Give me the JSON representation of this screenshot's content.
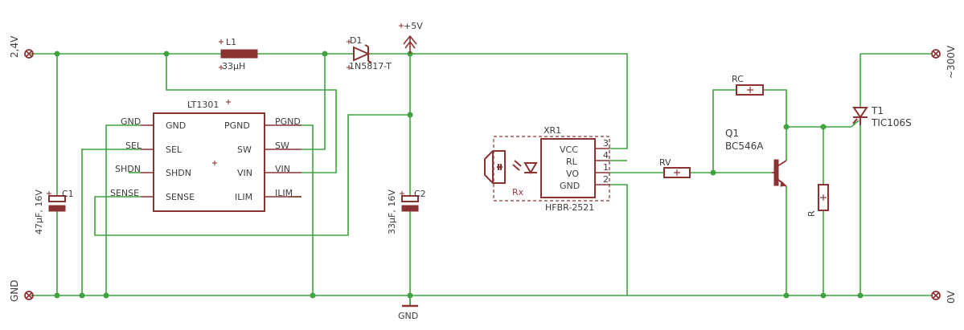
{
  "terminals": {
    "in_pos": "2,4V",
    "in_gnd": "GND",
    "out_hv": "~300V",
    "out_zero": "0V"
  },
  "supply": {
    "plus5v": "+5V",
    "gnd": "GND"
  },
  "components": {
    "L1": {
      "ref": "L1",
      "value": "33µH"
    },
    "D1": {
      "ref": "D1",
      "value": "1N5817-T"
    },
    "C1": {
      "ref": "C1",
      "value": "47µF, 16V"
    },
    "C2": {
      "ref": "C2",
      "value": "33µF, 16V"
    },
    "U1": {
      "ref": "LT1301",
      "pins_left": [
        "GND",
        "SEL",
        "SHDN",
        "SENSE"
      ],
      "pins_right": [
        "PGND",
        "SW",
        "VIN",
        "ILIM"
      ]
    },
    "U1_nets_left": [
      "GND",
      "SEL",
      "SHDN",
      "SENSE"
    ],
    "U1_nets_right": [
      "PGND",
      "SW",
      "VIN",
      "ILIM"
    ],
    "XR1": {
      "ref": "XR1",
      "value": "HFBR-2521",
      "pins": [
        "VCC",
        "RL",
        "VO",
        "GND"
      ],
      "pin_numbers": [
        "3",
        "4",
        "1",
        "2"
      ],
      "inner_label": "Rx"
    },
    "RV": {
      "ref": "RV"
    },
    "RC": {
      "ref": "RC"
    },
    "R": {
      "ref": "R"
    },
    "Q1": {
      "ref": "Q1",
      "value": "BC546A"
    },
    "T1": {
      "ref": "T1",
      "value": "TIC106S"
    }
  }
}
